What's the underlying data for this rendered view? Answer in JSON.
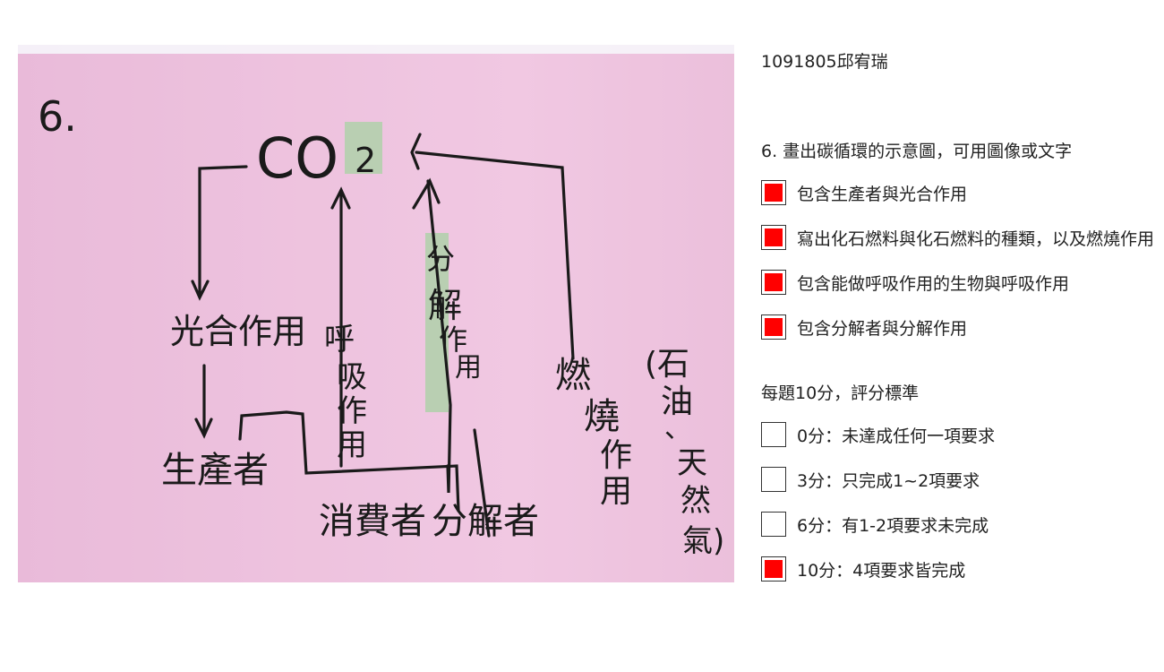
{
  "student": {
    "id_name": "1091805邱宥瑞"
  },
  "question": {
    "title": "6. 畫出碳循環的示意圖，可用圖像或文字"
  },
  "requirements": [
    {
      "label": "包含生產者與光合作用",
      "checked": true
    },
    {
      "label": "寫出化石燃料與化石燃料的種類，以及燃燒作用",
      "checked": true
    },
    {
      "label": "包含能做呼吸作用的生物與呼吸作用",
      "checked": true
    },
    {
      "label": "包含分解者與分解作用",
      "checked": true
    }
  ],
  "scoring": {
    "title": "每題10分，評分標準",
    "options": [
      {
        "label": "0分：未達成任何一項要求",
        "checked": false
      },
      {
        "label": "3分：只完成1~2項要求",
        "checked": false
      },
      {
        "label": "6分：有1-2項要求未完成",
        "checked": false
      },
      {
        "label": "10分：4項要求皆完成",
        "checked": true
      }
    ]
  },
  "photo": {
    "number": "6.",
    "co2": "CO",
    "co2_sub": "2",
    "photosynthesis": "光合作用",
    "respiration": [
      "呼",
      "吸",
      "作",
      "用"
    ],
    "decomposition": [
      "分",
      "解",
      "作",
      "用"
    ],
    "combustion": [
      "燃",
      "燒",
      "作",
      "用"
    ],
    "fuels": [
      "(石",
      "油",
      "、",
      "天",
      "然",
      "氣)"
    ],
    "producer": "生產者",
    "consumer": "消費者",
    "decomposer": "分解者"
  },
  "colors": {
    "check_fill": "#ff0000",
    "paper": "#ecc0dd"
  }
}
